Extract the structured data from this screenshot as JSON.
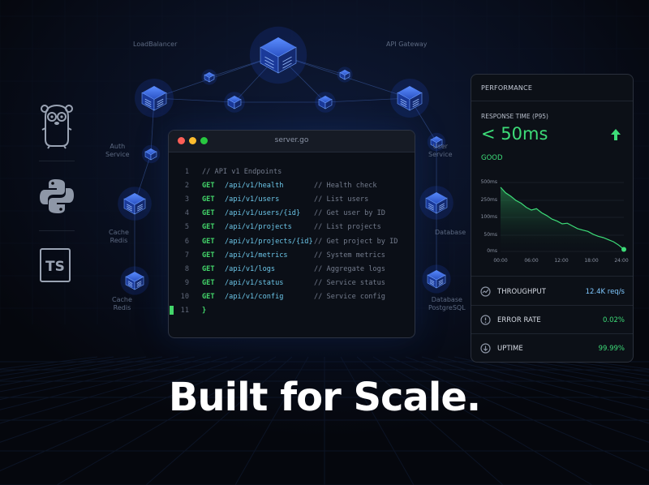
{
  "architecture": {
    "labels": {
      "load_balancer": "LoadBalancer",
      "api_gateway": "API Gateway",
      "auth_service": "Auth\nService",
      "user_service": "User\nService",
      "cache_top": "Cache\nRedis",
      "cache_bottom": "Cache\nRedis",
      "database_top": "Database",
      "database_bottom": "Database\nPostgreSQL"
    }
  },
  "languages": [
    {
      "name": "gopher-icon"
    },
    {
      "name": "python-icon"
    },
    {
      "name": "typescript-icon",
      "label": "TS"
    }
  ],
  "editor": {
    "title": "server.go",
    "lines": [
      {
        "n": "1",
        "comment": "// API v1 Endpoints"
      },
      {
        "n": "2",
        "method": "GET",
        "path": "/api/v1/health",
        "comment": "// Health check"
      },
      {
        "n": "3",
        "method": "GET",
        "path": "/api/v1/users",
        "comment": "// List users"
      },
      {
        "n": "4",
        "method": "GET",
        "path": "/api/v1/users/{id}",
        "comment": "// Get user by ID"
      },
      {
        "n": "5",
        "method": "GET",
        "path": "/api/v1/projects",
        "comment": "// List projects"
      },
      {
        "n": "6",
        "method": "GET",
        "path": "/api/v1/projects/{id}",
        "comment": "// Get project by ID"
      },
      {
        "n": "7",
        "method": "GET",
        "path": "/api/v1/metrics",
        "comment": "// System metrics"
      },
      {
        "n": "8",
        "method": "GET",
        "path": "/api/v1/logs",
        "comment": "// Aggregate logs"
      },
      {
        "n": "9",
        "method": "GET",
        "path": "/api/v1/status",
        "comment": "// Service status"
      },
      {
        "n": "10",
        "method": "GET",
        "path": "/api/v1/config",
        "comment": "// Service config"
      },
      {
        "n": "11",
        "text": "}"
      }
    ]
  },
  "performance": {
    "title": "PERFORMANCE",
    "response_label": "RESPONSE TIME (P95)",
    "response_value": "< 50ms",
    "status": "GOOD",
    "metrics": [
      {
        "label": "THROUGHPUT",
        "value": "12.4K req/s",
        "icon": "throughput-icon"
      },
      {
        "label": "ERROR RATE",
        "value": "0.02%",
        "icon": "error-rate-icon"
      },
      {
        "label": "UPTIME",
        "value": "99.99%",
        "icon": "uptime-icon"
      }
    ]
  },
  "chart_data": {
    "type": "area",
    "x_ticks": [
      "00:00",
      "06:00",
      "12:00",
      "18:00",
      "24:00"
    ],
    "y_ticks": [
      "500ms",
      "250ms",
      "100ms",
      "50ms",
      "0ms"
    ],
    "x": [
      0,
      1,
      2,
      3,
      4,
      5,
      6,
      7,
      8,
      9,
      10,
      11,
      12,
      13,
      14,
      15,
      16,
      17,
      18,
      19,
      20,
      21,
      22,
      23,
      24
    ],
    "values_norm": [
      0.93,
      0.85,
      0.8,
      0.74,
      0.7,
      0.64,
      0.6,
      0.62,
      0.56,
      0.52,
      0.47,
      0.44,
      0.4,
      0.41,
      0.37,
      0.33,
      0.31,
      0.29,
      0.25,
      0.22,
      0.2,
      0.17,
      0.14,
      0.09,
      0.03
    ],
    "ylim": [
      0,
      1
    ],
    "grid": true,
    "color": "#3ddc78"
  },
  "headline": "Built for Scale."
}
